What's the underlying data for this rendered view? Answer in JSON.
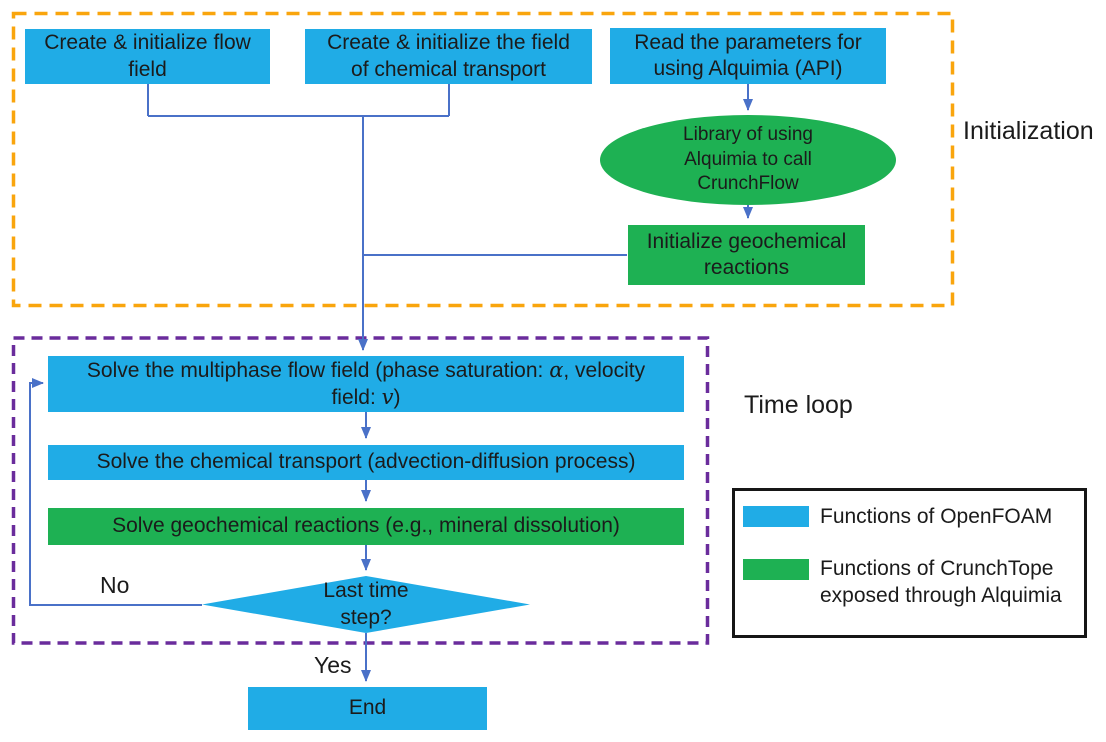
{
  "colors": {
    "openfoam_blue": "#20ACE6",
    "crunchtope_green": "#1EB153",
    "connector_blue": "#4A71C8",
    "initialization_border_orange": "#F9A50D",
    "time_loop_border_purple": "#6A2C9C",
    "legend_border_black": "#161616",
    "text": "#1B1B1B"
  },
  "init": {
    "label": "Initialization",
    "box_flow": "Create & initialize flow field",
    "box_transport": "Create & initialize the field of chemical transport",
    "box_read_params": "Read the parameters for using Alquimia (API)",
    "ellipse_library": "Library of using Alquimia to call CrunchFlow",
    "box_init_reactions": "Initialize geochemical reactions"
  },
  "time_loop": {
    "label": "Time loop",
    "solve_flow_parts": [
      "Solve the multiphase flow field (phase saturation: ",
      "α",
      ", velocity field: ",
      "v",
      ")"
    ],
    "solve_transport": "Solve the chemical transport (advection-diffusion process)",
    "solve_reactions": "Solve geochemical reactions (e.g., mineral dissolution)",
    "decision": "Last time step?",
    "no_label": "No",
    "yes_label": "Yes"
  },
  "end_label": "End",
  "legend": {
    "items": [
      {
        "swatch_color": "#20ACE6",
        "label": "Functions of OpenFOAM"
      },
      {
        "swatch_color": "#1EB153",
        "label": "Functions of CrunchTope exposed through Alquimia"
      }
    ]
  }
}
